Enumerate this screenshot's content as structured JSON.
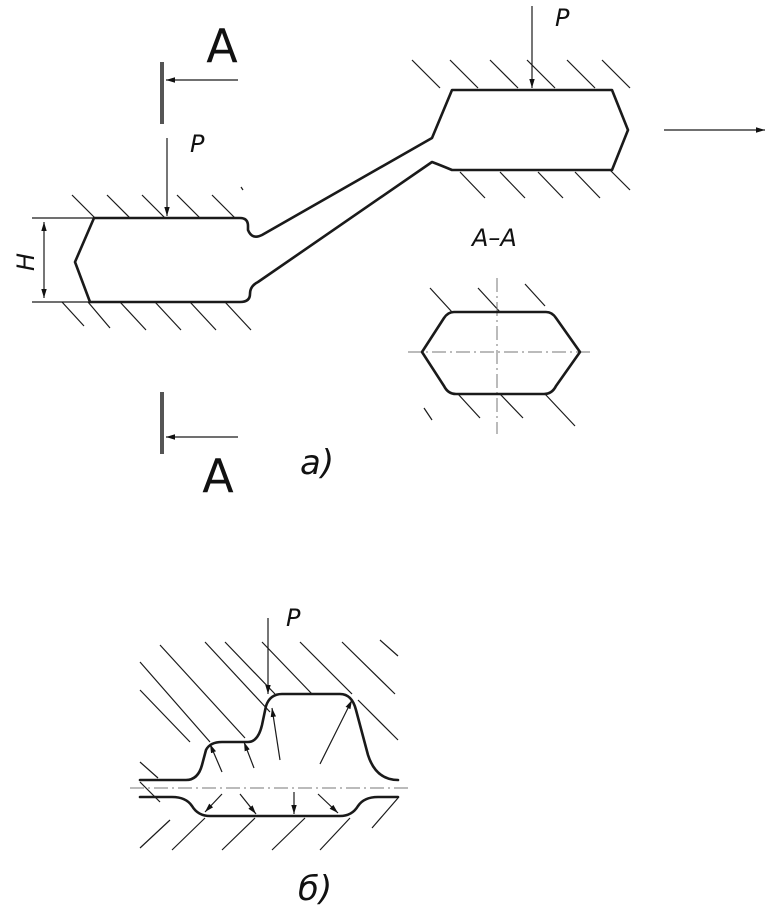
{
  "labels": {
    "section_top": "A",
    "section_bottom": "A",
    "force_left": "P",
    "force_right": "P",
    "force_b": "P",
    "height": "H",
    "section_view": "A–A",
    "caption_a": "а)",
    "caption_b": "б)"
  }
}
